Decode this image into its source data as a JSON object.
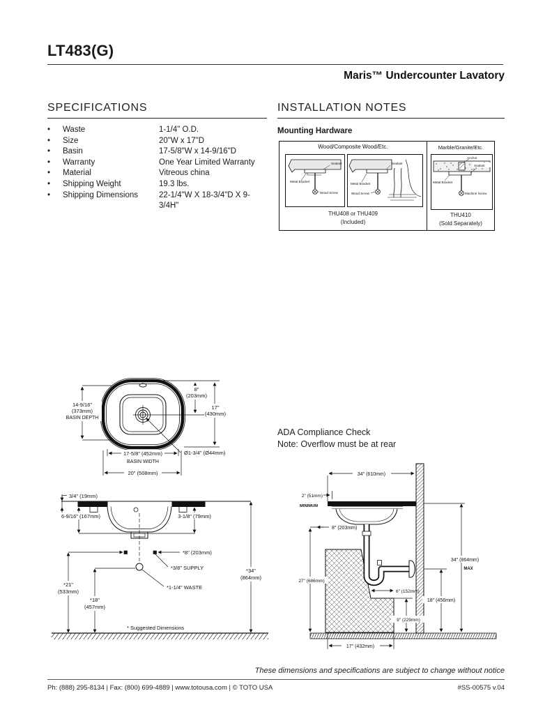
{
  "header": {
    "model": "LT483(G)",
    "product": "Maris™ Undercounter Lavatory"
  },
  "specifications": {
    "title": "SPECIFICATIONS",
    "items": [
      {
        "label": "Waste",
        "value": "1-1/4\" O.D."
      },
      {
        "label": "Size",
        "value": "20\"W x 17\"D"
      },
      {
        "label": "Basin",
        "value": "17-5/8\"W x 14-9/16\"D"
      },
      {
        "label": "Warranty",
        "value": "One Year Limited Warranty"
      },
      {
        "label": "Material",
        "value": "Vitreous china"
      },
      {
        "label": "Shipping Weight",
        "value": "19.3 lbs."
      },
      {
        "label": "Shipping Dimensions",
        "value": "22-1/4\"W X 18-3/4\"D X 9-3/4H\""
      }
    ]
  },
  "installation": {
    "title": "INSTALLATION NOTES",
    "mounting_hardware": {
      "title": "Mounting Hardware",
      "wood": {
        "heading": "Wood/Composite Wood/Etc.",
        "caption1": "THU408 or THU409",
        "caption2": "(Included)",
        "labels": {
          "sealant": "Sealant",
          "metal_bracket": "Metal Bracket",
          "wood_screw": "Wood Screw"
        }
      },
      "marble": {
        "heading": "Marble/Granite/Etc.",
        "caption1": "THU410",
        "caption2": "(Sold Separately)",
        "labels": {
          "anchor": "Anchor",
          "sealant": "Sealant",
          "metal_bracket": "Metal Bracket",
          "machine_screw": "Machine Screw"
        }
      }
    }
  },
  "ada_note": {
    "line1": "ADA Compliance Check",
    "line2": "Note: Overflow must be at rear"
  },
  "top_view": {
    "dim8_in": "8\"",
    "dim8_mm": "(203mm)",
    "dim17_in": "17\"",
    "dim17_mm": "(430mm)",
    "depth_in": "14-9/16\"",
    "depth_mm": "(373mm)",
    "depth_label": "BASIN DEPTH",
    "basin_width": "17-5/8\" (452mm)",
    "basin_width_label": "BASIN WIDTH",
    "overall_width": "20\" (508mm)",
    "drain": "Ø1-3/4\" (Ø44mm)"
  },
  "front_view": {
    "counter_thickness": "3/4\" (19mm)",
    "left_depth": "6-9/16\" (167mm)",
    "right_depth": "3-1/8\" (79mm)",
    "supply_spacing": "*8\" (203mm)",
    "supply": "*3/8\" SUPPLY",
    "waste": "*1-1/4\" WASTE",
    "h21_in": "*21\"",
    "h21_mm": "(533mm)",
    "h18_in": "*18\"",
    "h18_mm": "(457mm)",
    "h34_in": "*34\"",
    "h34_mm": "(864mm)",
    "suggested": "* Suggested Dimensions"
  },
  "side_view": {
    "top_width": "34\" (610mm)",
    "min_in": "2\" (51mm)",
    "min_label": "MINIMUM",
    "front_offset": "8\" (203mm)",
    "knee_height": "27\" (686mm)",
    "max_height": "34\" (864mm)",
    "max_label": "MAX",
    "toe_depth": "6\" (152mm)",
    "outlet_height": "18\" (456mm)",
    "toe_height": "9\" (229mm)",
    "base_width": "17\" (432mm)"
  },
  "footer": {
    "disclaimer": "These dimensions and specifications are subject to change without notice",
    "contact": "Ph: (888) 295-8134 | Fax: (800) 699-4889 | www.totousa.com | © TOTO USA",
    "doc_number": "#SS-00575 v.04"
  }
}
